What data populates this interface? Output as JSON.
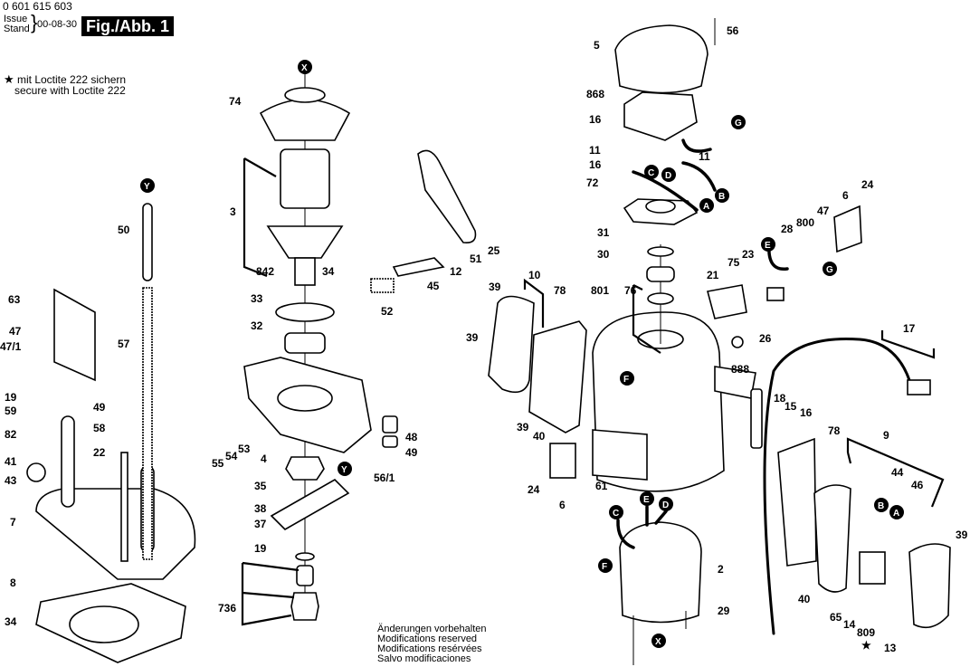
{
  "header": {
    "part_number": "0 601 615 603",
    "issue_label": "Issue",
    "stand_label": "Stand",
    "date": "00-08-30",
    "figure": "Fig./Abb. 1"
  },
  "note": {
    "symbol": "★",
    "line_de": "mit Loctite 222 sichern",
    "line_en": "secure with Loctite 222"
  },
  "footer": {
    "lines": [
      "Änderungen vorbehalten",
      "Modifications reserved",
      "Modifications resérvées",
      "Salvo modificaciones"
    ]
  },
  "parts": [
    {
      "id": "p74",
      "label": "74"
    },
    {
      "id": "p3",
      "label": "3"
    },
    {
      "id": "p842",
      "label": "842"
    },
    {
      "id": "p34a",
      "label": "34"
    },
    {
      "id": "p33",
      "label": "33"
    },
    {
      "id": "p32",
      "label": "32"
    },
    {
      "id": "p50",
      "label": "50"
    },
    {
      "id": "p63",
      "label": "63"
    },
    {
      "id": "p47",
      "label": "47"
    },
    {
      "id": "p47_1",
      "label": "47/1"
    },
    {
      "id": "p57",
      "label": "57"
    },
    {
      "id": "p19a",
      "label": "19"
    },
    {
      "id": "p59",
      "label": "59"
    },
    {
      "id": "p82",
      "label": "82"
    },
    {
      "id": "p49a",
      "label": "49"
    },
    {
      "id": "p58",
      "label": "58"
    },
    {
      "id": "p41",
      "label": "41"
    },
    {
      "id": "p22",
      "label": "22"
    },
    {
      "id": "p43",
      "label": "43"
    },
    {
      "id": "p7",
      "label": "7"
    },
    {
      "id": "p8",
      "label": "8"
    },
    {
      "id": "p34b",
      "label": "34"
    },
    {
      "id": "p55",
      "label": "55"
    },
    {
      "id": "p54",
      "label": "54"
    },
    {
      "id": "p53",
      "label": "53"
    },
    {
      "id": "p4",
      "label": "4"
    },
    {
      "id": "p48",
      "label": "48"
    },
    {
      "id": "p49b",
      "label": "49"
    },
    {
      "id": "p56_1",
      "label": "56/1"
    },
    {
      "id": "p35",
      "label": "35"
    },
    {
      "id": "p38",
      "label": "38"
    },
    {
      "id": "p37",
      "label": "37"
    },
    {
      "id": "p19b",
      "label": "19"
    },
    {
      "id": "p736",
      "label": "736"
    },
    {
      "id": "p51",
      "label": "51"
    },
    {
      "id": "p25",
      "label": "25"
    },
    {
      "id": "p12",
      "label": "12"
    },
    {
      "id": "p45",
      "label": "45"
    },
    {
      "id": "p52",
      "label": "52"
    },
    {
      "id": "p10",
      "label": "10"
    },
    {
      "id": "p39a",
      "label": "39"
    },
    {
      "id": "p78a",
      "label": "78"
    },
    {
      "id": "p39b",
      "label": "39"
    },
    {
      "id": "p39c",
      "label": "39"
    },
    {
      "id": "p40a",
      "label": "40"
    },
    {
      "id": "p24a",
      "label": "24"
    },
    {
      "id": "p6a",
      "label": "6"
    },
    {
      "id": "p61",
      "label": "61"
    },
    {
      "id": "p5",
      "label": "5"
    },
    {
      "id": "p56",
      "label": "56"
    },
    {
      "id": "p868",
      "label": "868"
    },
    {
      "id": "p16a",
      "label": "16"
    },
    {
      "id": "p11a",
      "label": "11"
    },
    {
      "id": "p16b",
      "label": "16"
    },
    {
      "id": "p11b",
      "label": "11"
    },
    {
      "id": "p72",
      "label": "72"
    },
    {
      "id": "p31",
      "label": "31"
    },
    {
      "id": "p30",
      "label": "30"
    },
    {
      "id": "p801",
      "label": "801"
    },
    {
      "id": "p76",
      "label": "76"
    },
    {
      "id": "p888",
      "label": "888"
    },
    {
      "id": "p21",
      "label": "21"
    },
    {
      "id": "p75",
      "label": "75"
    },
    {
      "id": "p23",
      "label": "23"
    },
    {
      "id": "p26",
      "label": "26"
    },
    {
      "id": "p28",
      "label": "28"
    },
    {
      "id": "p800",
      "label": "800"
    },
    {
      "id": "p47b",
      "label": "47"
    },
    {
      "id": "p6b",
      "label": "6"
    },
    {
      "id": "p24b",
      "label": "24"
    },
    {
      "id": "p17",
      "label": "17"
    },
    {
      "id": "p18",
      "label": "18"
    },
    {
      "id": "p15",
      "label": "15"
    },
    {
      "id": "p16c",
      "label": "16"
    },
    {
      "id": "p78b",
      "label": "78"
    },
    {
      "id": "p9",
      "label": "9"
    },
    {
      "id": "p44",
      "label": "44"
    },
    {
      "id": "p46",
      "label": "46"
    },
    {
      "id": "p39d",
      "label": "39"
    },
    {
      "id": "p40b",
      "label": "40"
    },
    {
      "id": "p65",
      "label": "65"
    },
    {
      "id": "p14",
      "label": "14"
    },
    {
      "id": "p809",
      "label": "809"
    },
    {
      "id": "p13",
      "label": "13"
    },
    {
      "id": "p2",
      "label": "2"
    },
    {
      "id": "p29",
      "label": "29"
    }
  ],
  "connection_refs": [
    {
      "id": "refX1",
      "label": "X"
    },
    {
      "id": "refY1",
      "label": "Y"
    },
    {
      "id": "refY2",
      "label": "Y"
    },
    {
      "id": "refX2",
      "label": "X"
    },
    {
      "id": "refG1",
      "label": "G"
    },
    {
      "id": "refC1",
      "label": "C"
    },
    {
      "id": "refD1",
      "label": "D"
    },
    {
      "id": "refB1",
      "label": "B"
    },
    {
      "id": "refA1",
      "label": "A"
    },
    {
      "id": "refE1",
      "label": "E"
    },
    {
      "id": "refG2",
      "label": "G"
    },
    {
      "id": "refF1",
      "label": "F"
    },
    {
      "id": "refC2",
      "label": "C"
    },
    {
      "id": "refE2",
      "label": "E"
    },
    {
      "id": "refD2",
      "label": "D"
    },
    {
      "id": "refF2",
      "label": "F"
    },
    {
      "id": "refB2",
      "label": "B"
    },
    {
      "id": "refA2",
      "label": "A"
    }
  ],
  "loctite_marker": "★"
}
